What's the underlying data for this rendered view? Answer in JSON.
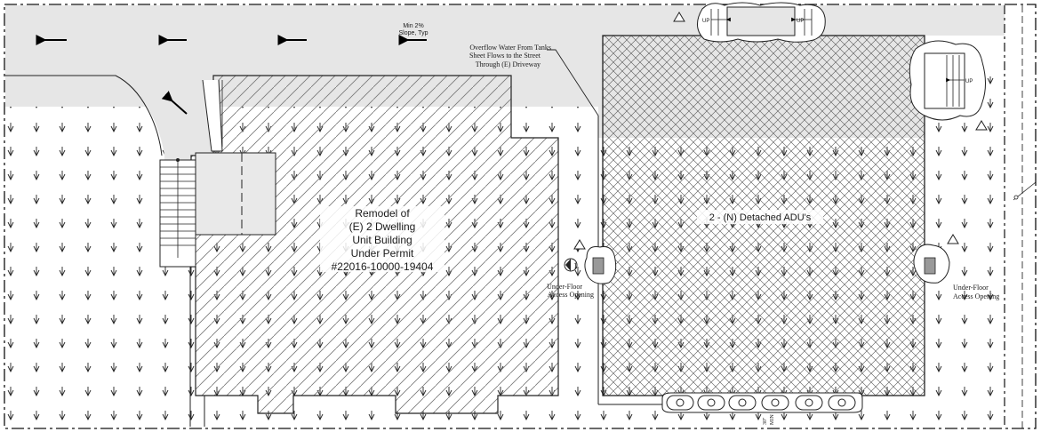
{
  "notes": {
    "slope_line1": "Min 2%",
    "slope_line2": "Slope, Typ",
    "overflow_line1": "Overflow Water From Tanks",
    "overflow_line2": "Sheet Flows to the Street",
    "overflow_line3": "Through (E) Driveway"
  },
  "existing_building": {
    "line1": "Remodel of",
    "line2": "(E) 2 Dwelling",
    "line3": "Unit Building",
    "line4": "Under Permit",
    "line5": "#22016-10000-19404"
  },
  "adu_building": {
    "label": "2 - (N) Detached ADU's"
  },
  "access_openings": {
    "left_line1": "Under-Floor",
    "left_line2": "Access Opening",
    "right_line1": "Under-Floor",
    "right_line2": "Access Opening"
  },
  "stairs": {
    "up_label": "UP"
  },
  "tanks_note": {
    "line1": "30\"",
    "line2": "MIN"
  },
  "revision_mark": "1"
}
